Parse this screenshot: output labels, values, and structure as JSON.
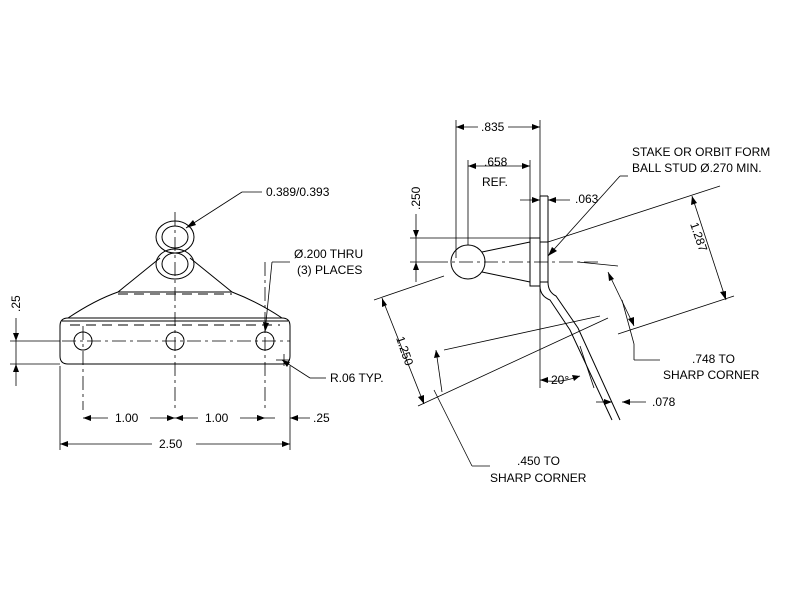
{
  "front_view": {
    "ball_dia": "0.389/0.393",
    "hole_note_1": "Ø.200 THRU",
    "hole_note_2": "(3) PLACES",
    "dim_edge_top": ".25",
    "dim_radius": "R.06 TYP.",
    "dim_spacing_1": "1.00",
    "dim_spacing_2": "1.00",
    "dim_edge_right": ".25",
    "dim_overall": "2.50"
  },
  "side_view": {
    "dim_835": ".835",
    "dim_658": ".658",
    "ref_label": "REF.",
    "dim_250": ".250",
    "dim_063": ".063",
    "stake_note_1": "STAKE OR ORBIT FORM",
    "stake_note_2": "BALL STUD Ø.270 MIN.",
    "dim_1287": "1.287",
    "dim_1250": "1.250",
    "note_748_1": ".748 TO",
    "note_748_2": "SHARP CORNER",
    "angle": "20°",
    "dim_078": ".078",
    "note_450_1": ".450 TO",
    "note_450_2": "SHARP CORNER"
  }
}
